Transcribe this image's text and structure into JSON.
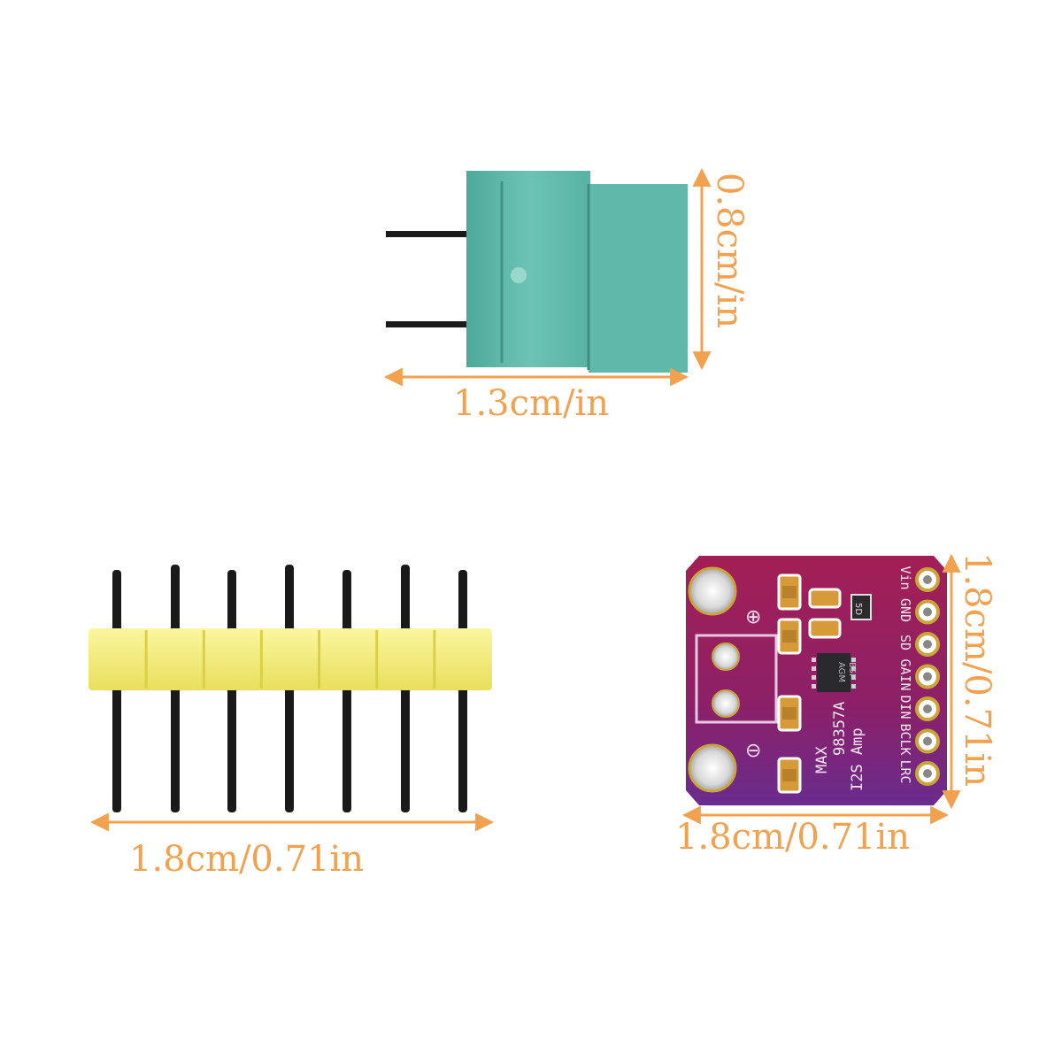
{
  "dimensions": {
    "terminal_width": "1.3cm/in",
    "terminal_height": "0.8cm/in",
    "header_width": "1.8cm/0.71in",
    "board_width": "1.8cm/0.71in",
    "board_height": "1.8cm/0.71in"
  },
  "board_silkscreen": {
    "chip_line1": "MAX",
    "chip_line2": "98357A",
    "chip_line3": "I2S Amp",
    "pins": [
      "Vin",
      "GND",
      "SD",
      "GAIN",
      "DIN",
      "BCLK",
      "LRC"
    ],
    "ic_marking_1": "AGM",
    "ic_marking_2": "BSF",
    "plus_symbol": "⊕",
    "minus_symbol": "⊖",
    "small_cap_text": "5D"
  },
  "colors": {
    "dimension_orange": "#f2a24f",
    "terminal_teal": "#5fb8aa",
    "header_yellow": "#f4ef7a",
    "pcb_magenta": "#9c1d5a",
    "pcb_purple": "#6b2a8a",
    "pin_black": "#1a1a1a"
  }
}
